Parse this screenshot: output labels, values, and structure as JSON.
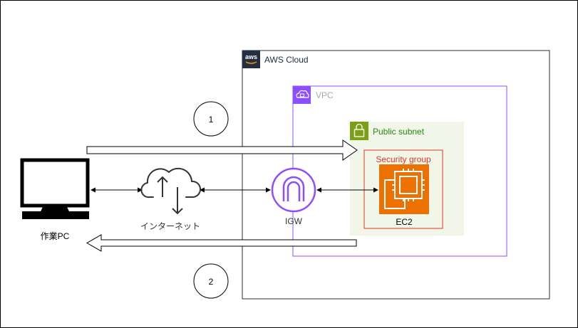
{
  "aws_cloud": {
    "label": "AWS Cloud",
    "logo_text": "aws",
    "border_color": "#232f3e"
  },
  "vpc": {
    "label": "VPC",
    "color": "#8c4fff",
    "label_color": "#aaaaaa"
  },
  "public_subnet": {
    "label": "Public subnet",
    "color": "#7aa116",
    "fill": "#f2f6e8"
  },
  "security_group": {
    "label": "Security group",
    "color": "#dd3522"
  },
  "nodes": {
    "pc": {
      "label": "作業PC",
      "icon": "monitor-icon"
    },
    "internet": {
      "label": "インターネット",
      "icon": "cloud-updown-icon"
    },
    "igw": {
      "label": "IGW",
      "icon": "internet-gateway-icon",
      "color": "#8c4fff"
    },
    "ec2": {
      "label": "EC2",
      "icon": "ec2-instance-icon",
      "color": "#ed7100"
    }
  },
  "steps": [
    {
      "label": "1"
    },
    {
      "label": "2"
    }
  ]
}
